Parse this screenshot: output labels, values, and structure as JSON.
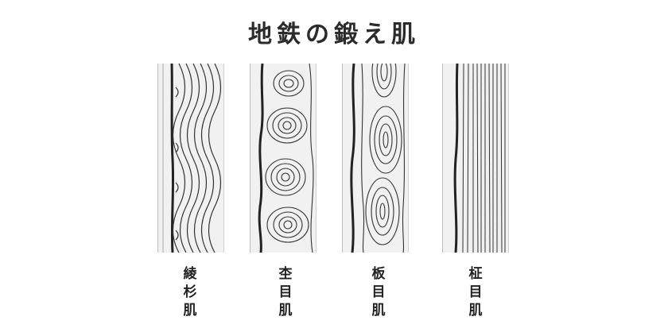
{
  "title": "地鉄の鍛え肌",
  "patterns": [
    {
      "name": [
        "綾",
        "杉",
        "肌"
      ]
    },
    {
      "name": [
        "杢",
        "目",
        "肌"
      ]
    },
    {
      "name": [
        "板",
        "目",
        "肌"
      ]
    },
    {
      "name": [
        "柾",
        "目",
        "肌"
      ]
    }
  ]
}
